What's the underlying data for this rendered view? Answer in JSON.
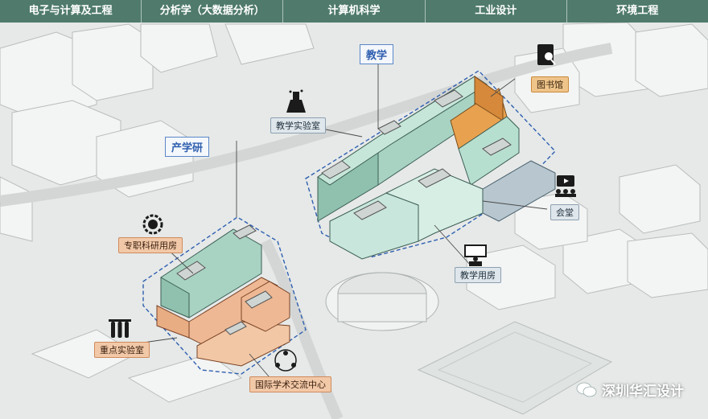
{
  "nav": {
    "tabs": [
      "电子与计算及工程",
      "分析学（大数据分析）",
      "计算机科学",
      "工业设计",
      "环境工程"
    ]
  },
  "zones": {
    "teaching": "教学",
    "research": "产学研"
  },
  "labels": {
    "library": "图书馆",
    "teaching_lab": "教学实验室",
    "auditorium": "会堂",
    "teaching_rooms": "教学用房",
    "research_rooms": "专职科研用房",
    "key_lab": "重点实验室",
    "exchange_center": "国际学术交流中心"
  },
  "icons": {
    "library": "library-book-icon",
    "teaching_lab": "lab-flask-icon",
    "auditorium": "screen-audience-icon",
    "teaching_rooms": "lecture-podium-icon",
    "research_rooms": "research-gear-icon",
    "key_lab": "test-tubes-icon",
    "exchange_center": "people-network-icon"
  },
  "watermark": {
    "text": "深圳华汇设计"
  },
  "colors": {
    "nav_bar": "#4f7a6c",
    "teaching_block": "#a8d3c3",
    "research_block": "#eeb894",
    "library_block": "#e8a24f",
    "auditorium_block": "#b7c6cf",
    "outline": "#2f5fb0"
  }
}
